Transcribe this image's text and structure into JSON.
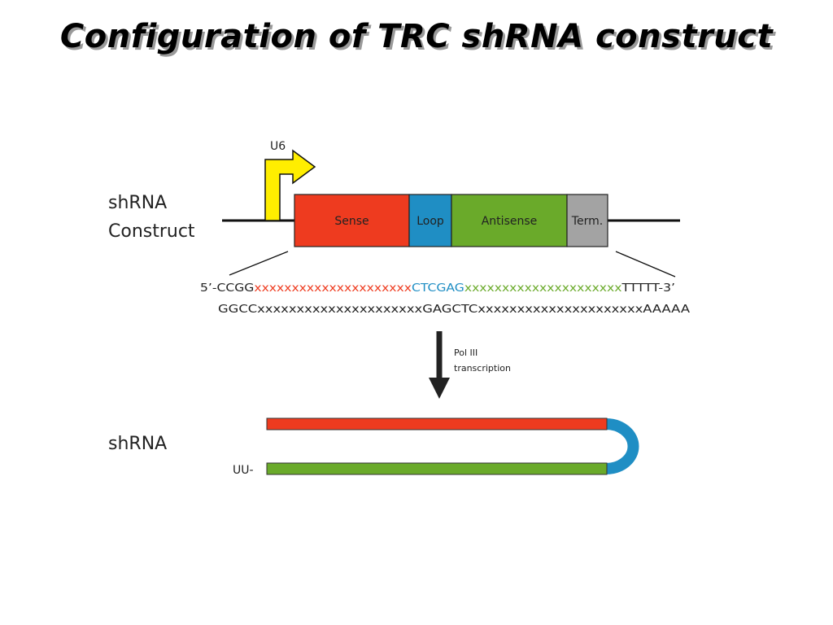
{
  "title": "Configuration of TRC shRNA construct",
  "construct_label_line1": "shRNA",
  "construct_label_line2": "Construct",
  "promoter_label": "U6",
  "segments": {
    "sense": "Sense",
    "loop": "Loop",
    "antisense": "Antisense",
    "term": "Term."
  },
  "sequence_top": {
    "prefix": "5’-CCGG",
    "sense": "xxxxxxxxxxxxxxxxxxxxx",
    "loop": "CTCGAG",
    "antisense": "xxxxxxxxxxxxxxxxxxxxx",
    "suffix": "TTTTT-3’"
  },
  "sequence_bottom": "GGCCxxxxxxxxxxxxxxxxxxxxxGAGCTCxxxxxxxxxxxxxxxxxxxxxAAAAA",
  "transcription_line1": "Pol III",
  "transcription_line2": "transcription",
  "shrna_label": "shRNA",
  "overhang_label": "UU-",
  "colors": {
    "sense": "#ee3b1f",
    "loop": "#1f8ec4",
    "antisense": "#6aaa2a",
    "term": "#a3a3a3",
    "promoter": "#ffee00"
  }
}
